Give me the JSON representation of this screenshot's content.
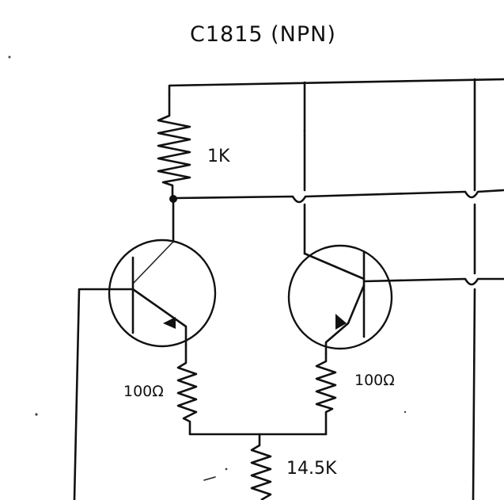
{
  "diagram": {
    "title": "C1815 (NPN)",
    "components": {
      "r_collector": {
        "label": "1K"
      },
      "r_emitter_left": {
        "label": "100Ω"
      },
      "r_emitter_right": {
        "label": "100Ω"
      },
      "r_tail": {
        "label": "14.5K"
      }
    }
  }
}
